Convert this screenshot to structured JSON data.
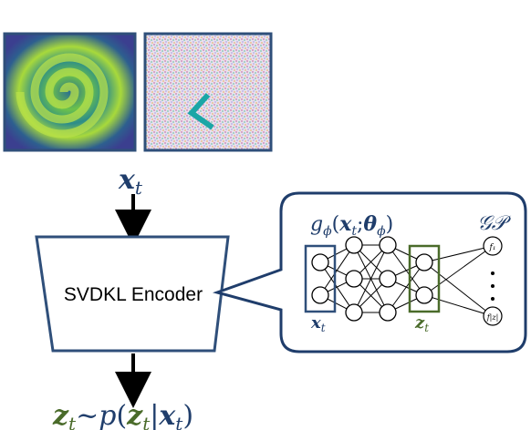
{
  "input_label": "x",
  "input_subscript": "t",
  "encoder_label": "SVDKL Encoder",
  "output_label": {
    "z": "z",
    "t1": "t",
    "tilde": "~",
    "p": "p",
    "open": "(",
    "z2": "z",
    "t2": "t",
    "bar": "|",
    "x": "x",
    "t3": "t",
    "close": ")"
  },
  "network": {
    "func_name": "g",
    "func_sub": "ϕ",
    "func_open": "(",
    "func_x": "x",
    "func_x_sub": "t",
    "func_semicolon": ";",
    "func_theta": "θ",
    "func_theta_sub": "ϕ",
    "func_close": ")",
    "gp_label": "𝒢𝒫",
    "x_label": "x",
    "x_sub": "t",
    "z_label": "z",
    "z_sub": "t",
    "gp_node_1": "f₁",
    "gp_node_2": "f|z|",
    "layer_sizes": [
      2,
      3,
      3,
      2
    ]
  },
  "colors": {
    "dark_blue": "#1f3d6b",
    "navy_box": "#2f4f7a",
    "olive_green": "#4a6b2a",
    "black": "#000000",
    "callout_border": "#1f3d6b"
  }
}
